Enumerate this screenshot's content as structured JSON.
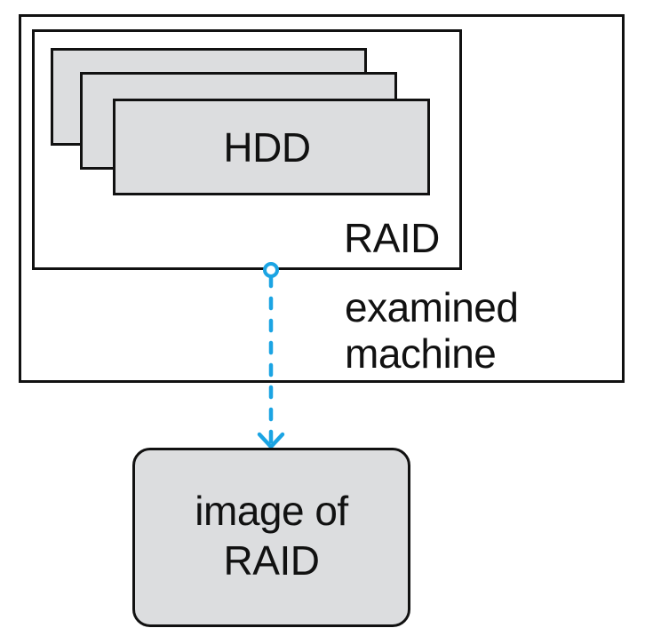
{
  "diagram": {
    "title": "",
    "nodes": {
      "examined_machine": {
        "label_line1": "examined",
        "label_line2": "machine"
      },
      "raid": {
        "label": "RAID"
      },
      "hdd": {
        "label": "HDD",
        "stack_count": 3
      },
      "image": {
        "label_line1": "image of",
        "label_line2": "RAID"
      }
    },
    "edges": [
      {
        "from": "raid",
        "to": "image",
        "style": "dashed",
        "start_marker": "circle",
        "end_marker": "arrow"
      }
    ],
    "colors": {
      "stroke": "#111111",
      "fill_gray": "#dcdddf",
      "connector": "#1ba4e3"
    }
  }
}
